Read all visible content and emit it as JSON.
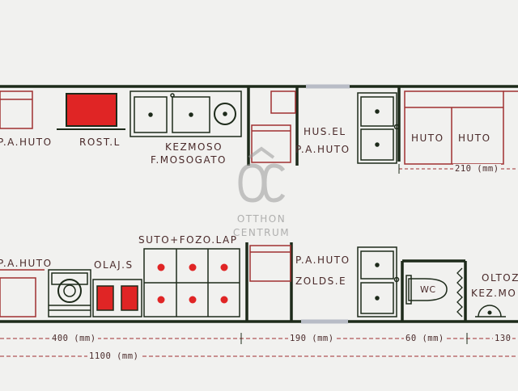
{
  "labels": {
    "pa_huto_top_left": "P.A.HUTO",
    "rost_l": "ROST.L",
    "kezmoso": "KEZMOSO",
    "f_mosogato": "F.MOSOGATO",
    "hus_el": "HUS.EL",
    "pa_huto_top_mid": "P.A.HUTO",
    "huto_1": "HUTO",
    "huto_2": "HUTO",
    "pa_huto_bottom_left": "P.A.HUTO",
    "olaj_s": "OLAJ.S",
    "suto_fozo_lap": "SUTO+FOZO.LAP",
    "pa_huto_bottom_mid": "P.A.HUTO",
    "zolds_e": "ZOLDS.E",
    "wc": "WC",
    "oltozo": "OLTOZO",
    "kez_mo": "KEZ.MO"
  },
  "dimensions": {
    "d210": "210 (mm)",
    "d400": "400 (mm)",
    "d190": "190 (mm)",
    "d60": "60 (mm)",
    "d130": "130",
    "d1100": "1100 (mm)"
  },
  "watermark": {
    "line1": "OTTHON",
    "line2": "CENTRUM"
  },
  "colors": {
    "wall": "#1d2a1a",
    "fixture": "#a03030",
    "fill_red": "#e02525",
    "window": "#b8bcc6",
    "watermark": "#9a9a9a"
  }
}
